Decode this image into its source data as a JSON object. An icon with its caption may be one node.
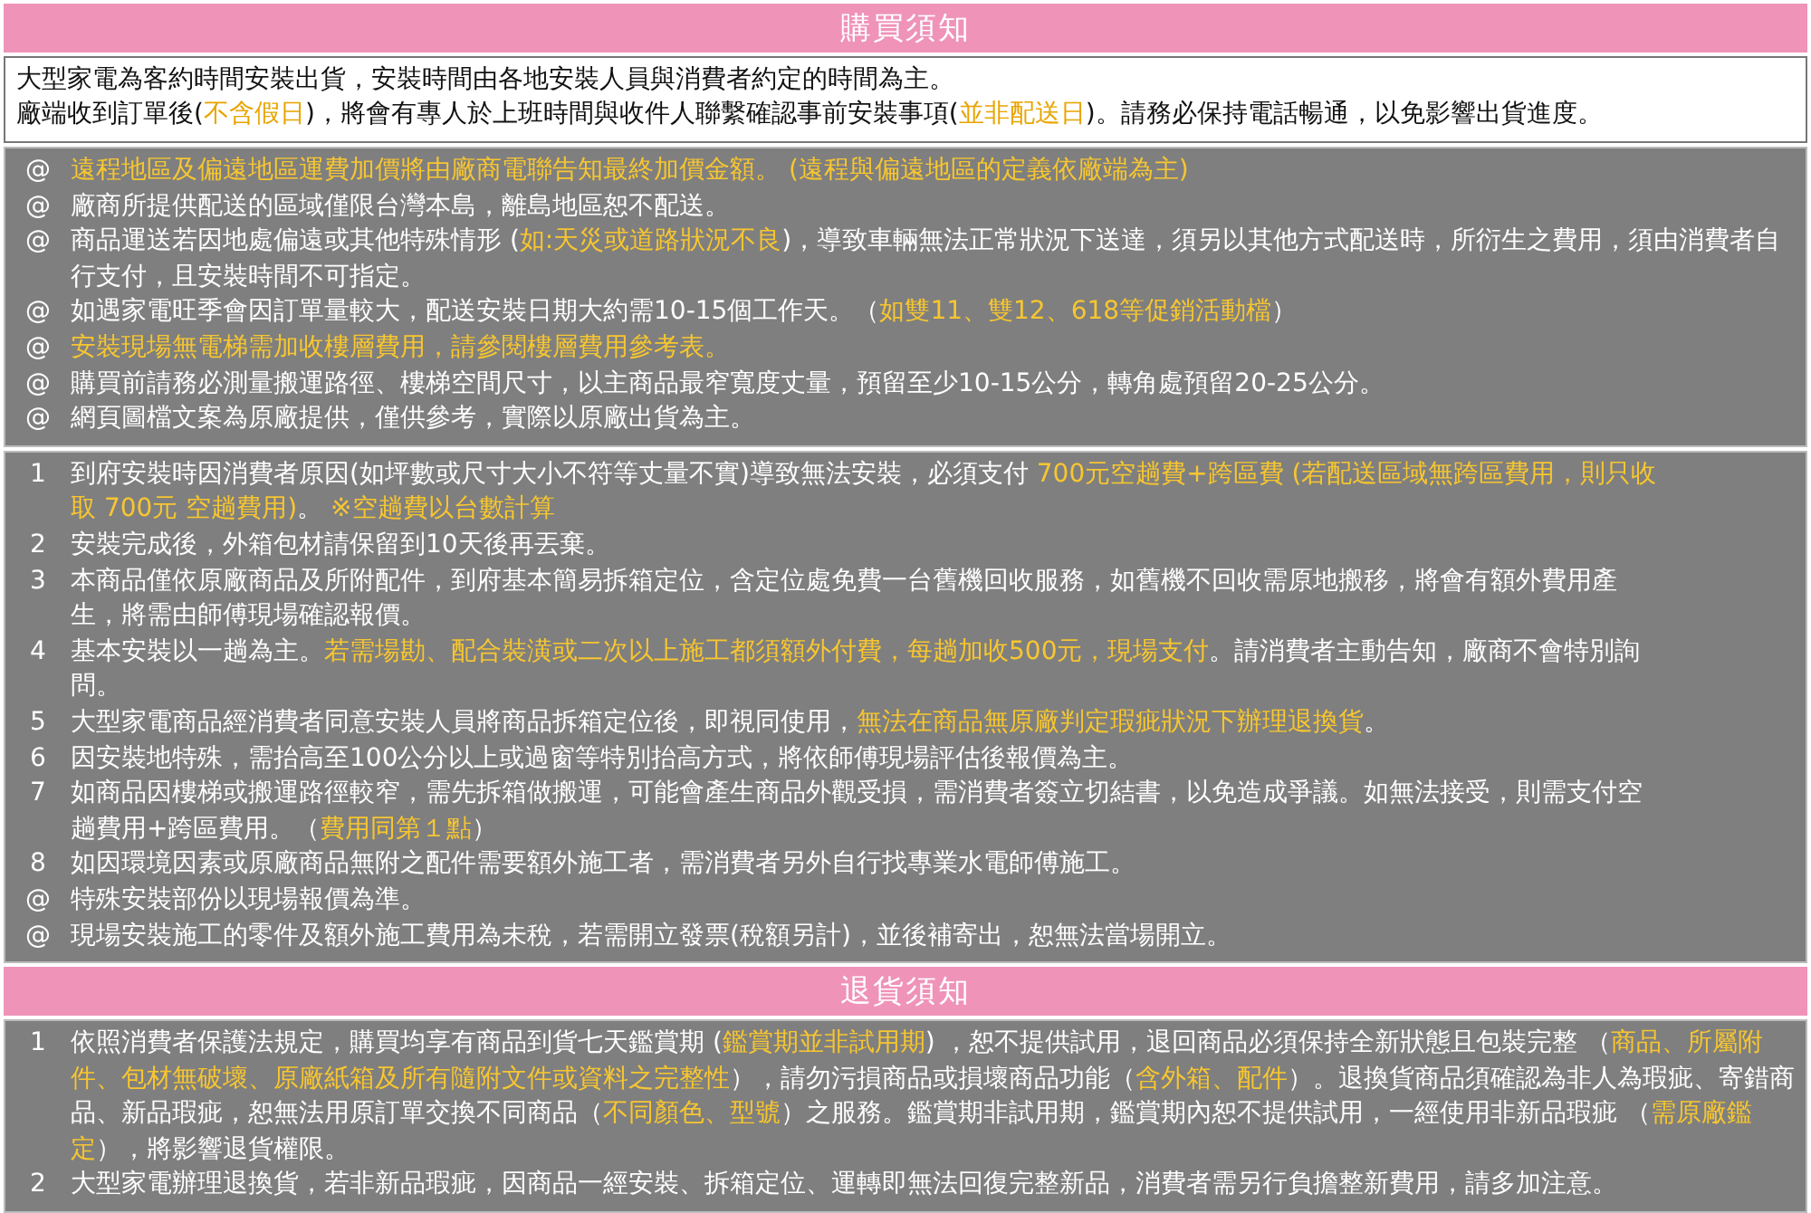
{
  "diagram": {
    "nodes": [
      {
        "text": [
          "購買須知"
        ]
      },
      {
        "text": [
          "大型家電為客約時間安裝出貨，安裝時間由各地安裝人員與消費者約定的時間為主。",
          "廠端收到訂單後(**不含假日**)，將會有專人於上班時間與收件人聯繫確認事前安裝事項(**並非配送日**)。請務必保持電話暢通，以免影響出貨進度。"
        ]
      },
      {
        "text": [
          "@",
          "遠程地區及偏遠地區運費加價將由廠商電聯告知最終加價金額。 (遠程與偏遠地區的定義依廠端為主)",
          "@",
          "廠商所提供配送的區域僅限台灣本島，離島地區恕不配送。",
          "@",
          "商品運送若因地處偏遠或其他特殊情形 (**如:天災或道路狀況不良**)，導致車輛無法正常狀況下送達，須另以其他方式配送時，所衍生之費用，須由消費者自行支付，且安裝時間不可指定。",
          "@",
          "如遇家電旺季會因訂單量較大，配送安裝日期大約需10-15個工作天。（**如雙11、雙12、618等促銷活動檔**）",
          "@",
          "安裝現場無電梯需加收樓層費用，請參閱樓層費用參考表。",
          "@",
          "購買前請務必測量搬運路徑、樓梯空間尺寸，以主商品最窄寬度丈量，預留至少10-15公分，轉角處預留20-25公分。",
          "@",
          "網頁圖檔文案為原廠提供，僅供參考，實際以原廠出貨為主。"
        ]
      },
      {
        "text": [
          "1",
          "到府安裝時因消費者原因(如坪數或尺寸大小不符等丈量不實)導致無法安裝，必須支付 **700元空趟費+跨區費 (若配送區域無跨區費用，則只收取 700元 空趟費用)**。 **※空趟費以台數計算**",
          "2",
          "安裝完成後，外箱包材請保留到10天後再丟棄。",
          "3",
          "本商品僅依原廠商品及所附配件，到府基本簡易拆箱定位，含定位處免費一台舊機回收服務，如舊機不回收需原地搬移，將會有額外費用產生，將需由師傅現場確認報價。",
          "4",
          "基本安裝以一趟為主。**若需場勘、配合裝潢或二次以上施工都須額外付費，每趟加收500元，現場支付**。請消費者主動告知，廠商不會特別詢問。",
          "5",
          "大型家電商品經消費者同意安裝人員將商品拆箱定位後，即視同使用，**無法在商品無原廠判定瑕疵狀況下辦理退換貨**。",
          "6",
          "因安裝地特殊，需抬高至100公分以上或過窗等特別抬高方式，將依師傅現場評估後報價為主。",
          "7",
          "如商品因樓梯或搬運路徑較窄，需先拆箱做搬運，可能會產生商品外觀受損，需消費者簽立切結書，以免造成爭議。如無法接受，則需支付空趟費用+跨區費用。（**費用同第１點**）",
          "8",
          "如因環境因素或原廠商品無附之配件需要額外施工者，需消費者另外自行找專業水電師傅施工。",
          "@",
          "特殊安裝部份以現場報價為準。",
          "@",
          "現場安裝施工的零件及額外施工費用為未稅，若需開立發票(稅額另計)，並後補寄出，恕無法當場開立。"
        ]
      },
      {
        "text": [
          "退貨須知"
        ]
      },
      {
        "text": [
          "1",
          "依照消費者保護法規定，購買均享有商品到貨七天鑑賞期 (**鑑賞期並非試用期**) ，恕不提供試用，退回商品必須保持全新狀態且包裝完整 （**商品、所屬附件、包材無破壞、原廠紙箱及所有隨附文件或資料之完整性**），請勿污損商品或損壞商品功能（**含外箱、配件**）。退換貨商品須確認為非人為瑕疵、寄錯商品、新品瑕疵，恕無法用原訂單交換不同商品（**不同顏色、型號**）之服務。鑑賞期非試用期，鑑賞期內恕不提供試用，一經使用非新品瑕疵 （**需原廠鑑定**），將影響退貨權限。",
          "2",
          "大型家電辦理退換貨，若非新品瑕疵，因商品一經安裝、拆箱定位、運轉即無法回復完整新品，消費者需另行負擔整新費用，請多加注意。"
        ]
      }
    ]
  }
}
